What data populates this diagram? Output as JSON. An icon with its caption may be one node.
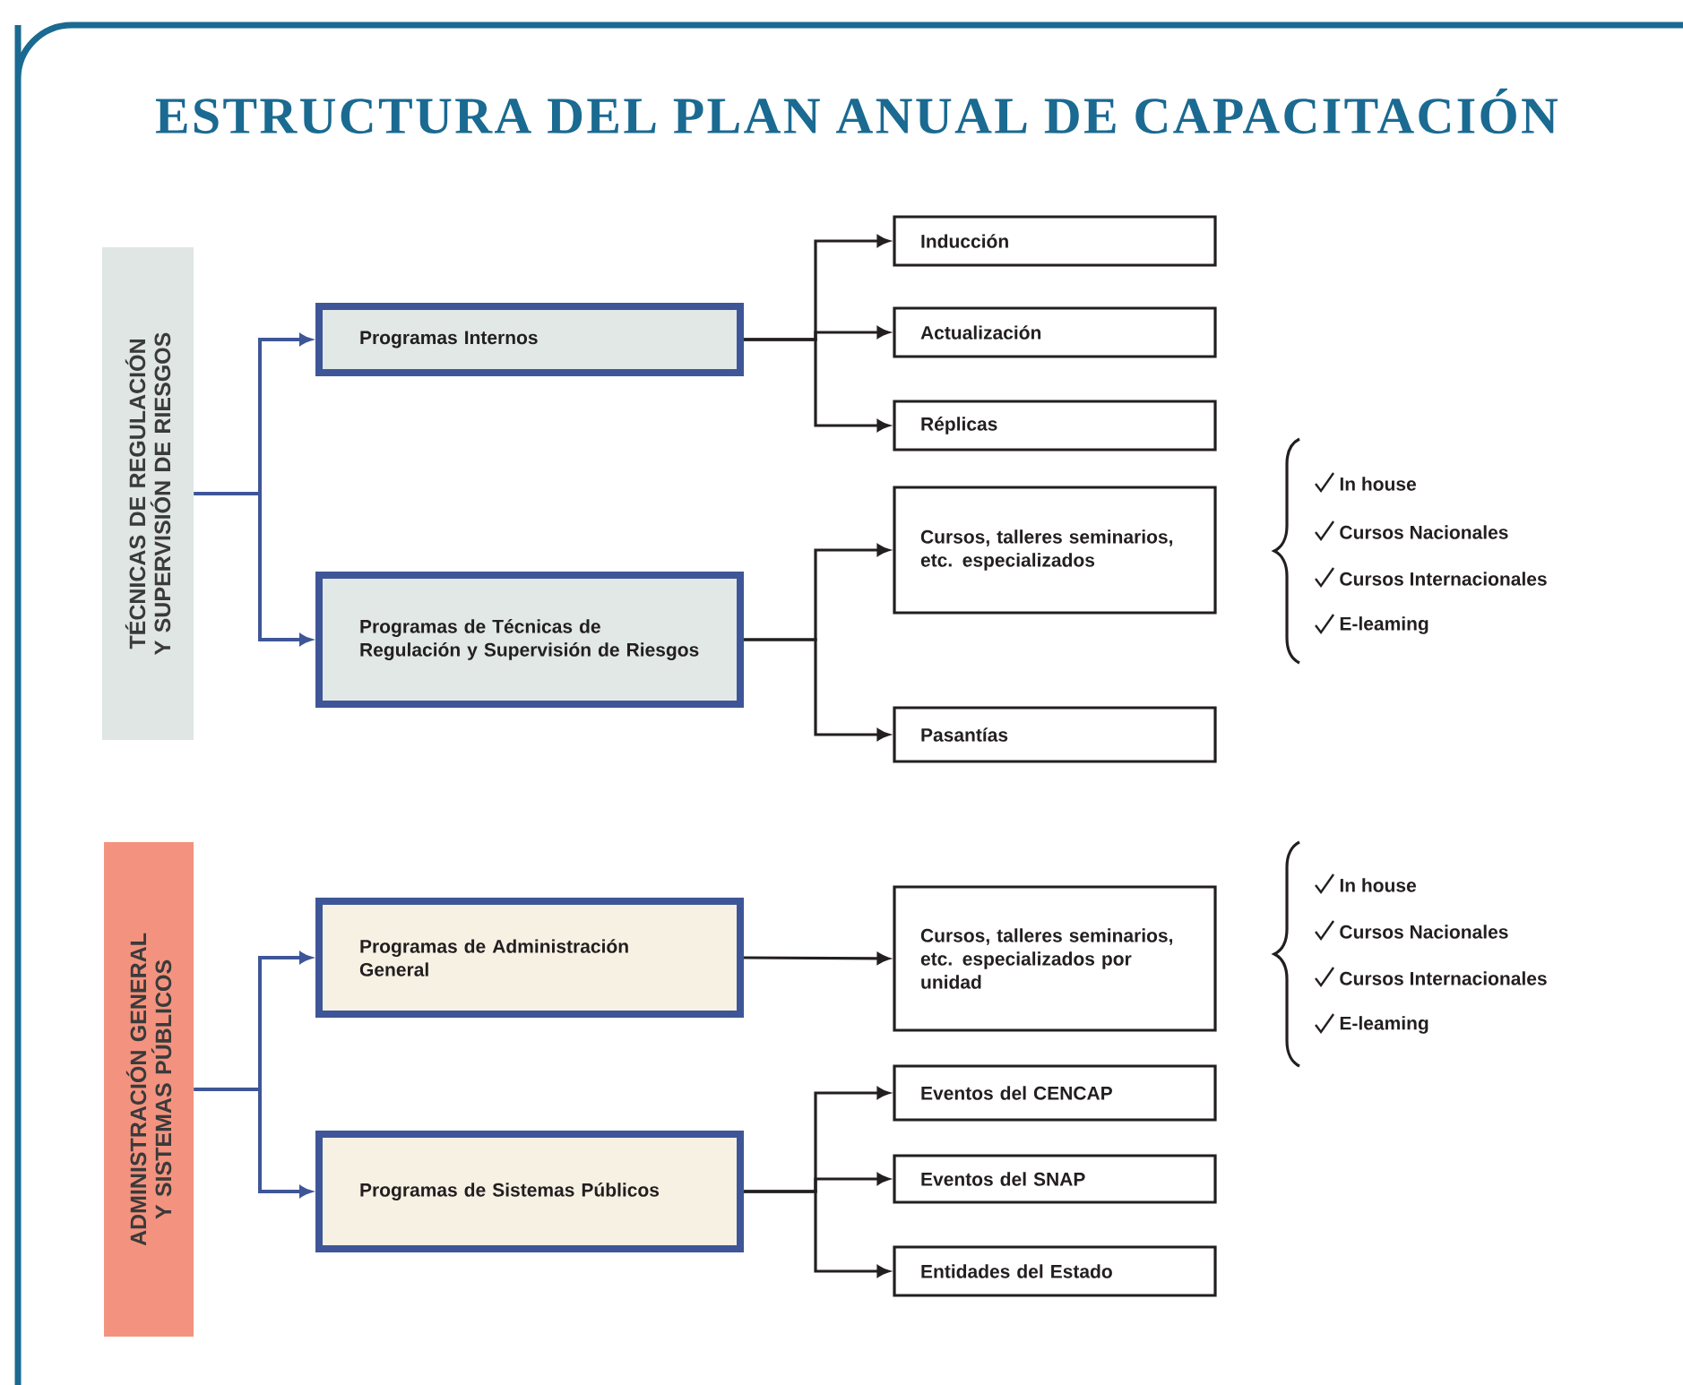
{
  "diagram": {
    "title": "ESTRUCTURA DEL PLAN ANUAL DE CAPACITACIÓN",
    "nodes": [
      {
        "text": [
          "TÉCNICAS DE REGULACIÓN Y SUPERVISIÓN DE RIESGOS"
        ]
      },
      {
        "text": [
          "Programas Internos"
        ]
      },
      {
        "text": [
          "Programas de Técnicas de Regulación y Supervisión de Riesgos"
        ]
      },
      {
        "text": [
          "Inducción"
        ]
      },
      {
        "text": [
          "Actualización"
        ]
      },
      {
        "text": [
          "Réplicas"
        ]
      },
      {
        "text": [
          "Cursos, talleres seminarios, etc. especializados"
        ]
      },
      {
        "text": [
          "Pasantías"
        ]
      },
      {
        "text": [
          "ADMINISTRACIÓN GENERAL Y SISTEMAS PÚBLICOS"
        ]
      },
      {
        "text": [
          "Programas de Administración General"
        ]
      },
      {
        "text": [
          "Programas de Sistemas Públicos"
        ]
      },
      {
        "text": [
          "Cursos, talleres seminarios, etc. especializados por unidad"
        ]
      },
      {
        "text": [
          "Eventos del CENCAP"
        ]
      },
      {
        "text": [
          "Eventos del SNAP"
        ]
      },
      {
        "text": [
          "Entidades del Estado"
        ]
      }
    ],
    "edges": [
      {
        "from": 0,
        "to": 1,
        "arrow": "to",
        "color": "#3e5698"
      },
      {
        "from": 0,
        "to": 2,
        "arrow": "to",
        "color": "#3e5698"
      },
      {
        "from": 1,
        "to": 3,
        "arrow": "to"
      },
      {
        "from": 1,
        "to": 4,
        "arrow": "to"
      },
      {
        "from": 1,
        "to": 5,
        "arrow": "to"
      },
      {
        "from": 2,
        "to": 6,
        "arrow": "to"
      },
      {
        "from": 2,
        "to": 7,
        "arrow": "to"
      },
      {
        "from": 8,
        "to": 9,
        "arrow": "to",
        "color": "#3e5698"
      },
      {
        "from": 8,
        "to": 10,
        "arrow": "to",
        "color": "#3e5698"
      },
      {
        "from": 9,
        "to": 11,
        "arrow": "to"
      },
      {
        "from": 10,
        "to": 12,
        "arrow": "to"
      },
      {
        "from": 10,
        "to": 13,
        "arrow": "to"
      },
      {
        "from": 10,
        "to": 14,
        "arrow": "to"
      }
    ],
    "labels": [
      "In house",
      "Cursos Nacionales",
      "Cursos Internacionales",
      "E-leaming",
      "In house",
      "Cursos Nacionales",
      "Cursos Internacionales",
      "E-leaming"
    ]
  }
}
